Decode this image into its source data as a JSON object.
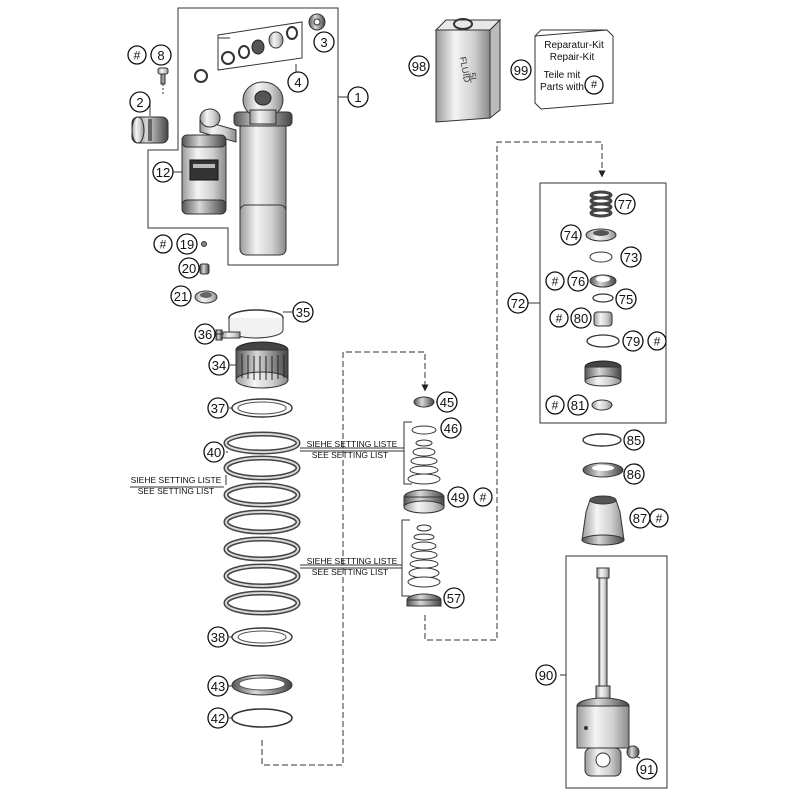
{
  "callouts": [
    {
      "id": "1",
      "text": "1"
    },
    {
      "id": "2",
      "text": "2"
    },
    {
      "id": "3",
      "text": "3"
    },
    {
      "id": "4",
      "text": "4"
    },
    {
      "id": "8",
      "text": "8"
    },
    {
      "id": "12",
      "text": "12"
    },
    {
      "id": "19",
      "text": "19"
    },
    {
      "id": "20",
      "text": "20"
    },
    {
      "id": "21",
      "text": "21"
    },
    {
      "id": "34",
      "text": "34"
    },
    {
      "id": "35",
      "text": "35"
    },
    {
      "id": "36",
      "text": "36"
    },
    {
      "id": "37",
      "text": "37"
    },
    {
      "id": "38",
      "text": "38"
    },
    {
      "id": "40",
      "text": "40"
    },
    {
      "id": "42",
      "text": "42"
    },
    {
      "id": "43",
      "text": "43"
    },
    {
      "id": "45",
      "text": "45"
    },
    {
      "id": "46",
      "text": "46"
    },
    {
      "id": "49",
      "text": "49"
    },
    {
      "id": "57",
      "text": "57"
    },
    {
      "id": "72",
      "text": "72"
    },
    {
      "id": "73",
      "text": "73"
    },
    {
      "id": "74",
      "text": "74"
    },
    {
      "id": "75",
      "text": "75"
    },
    {
      "id": "76",
      "text": "76"
    },
    {
      "id": "77",
      "text": "77"
    },
    {
      "id": "79",
      "text": "79"
    },
    {
      "id": "80",
      "text": "80"
    },
    {
      "id": "81",
      "text": "81"
    },
    {
      "id": "85",
      "text": "85"
    },
    {
      "id": "86",
      "text": "86"
    },
    {
      "id": "87",
      "text": "87"
    },
    {
      "id": "90",
      "text": "90"
    },
    {
      "id": "91",
      "text": "91"
    },
    {
      "id": "98",
      "text": "98"
    },
    {
      "id": "99",
      "text": "99"
    }
  ],
  "hash_symbol": "#",
  "notes": {
    "siehe": "SIEHE SETTING LISTE",
    "see": "SEE SETTING LIST"
  },
  "repair_kit": {
    "line1": "Reparatur-Kit",
    "line2": "Repair-Kit",
    "line3": "Teile mit",
    "line4": "Parts with"
  },
  "fluid_can": {
    "line1": "FLUID",
    "line2": "5L"
  }
}
